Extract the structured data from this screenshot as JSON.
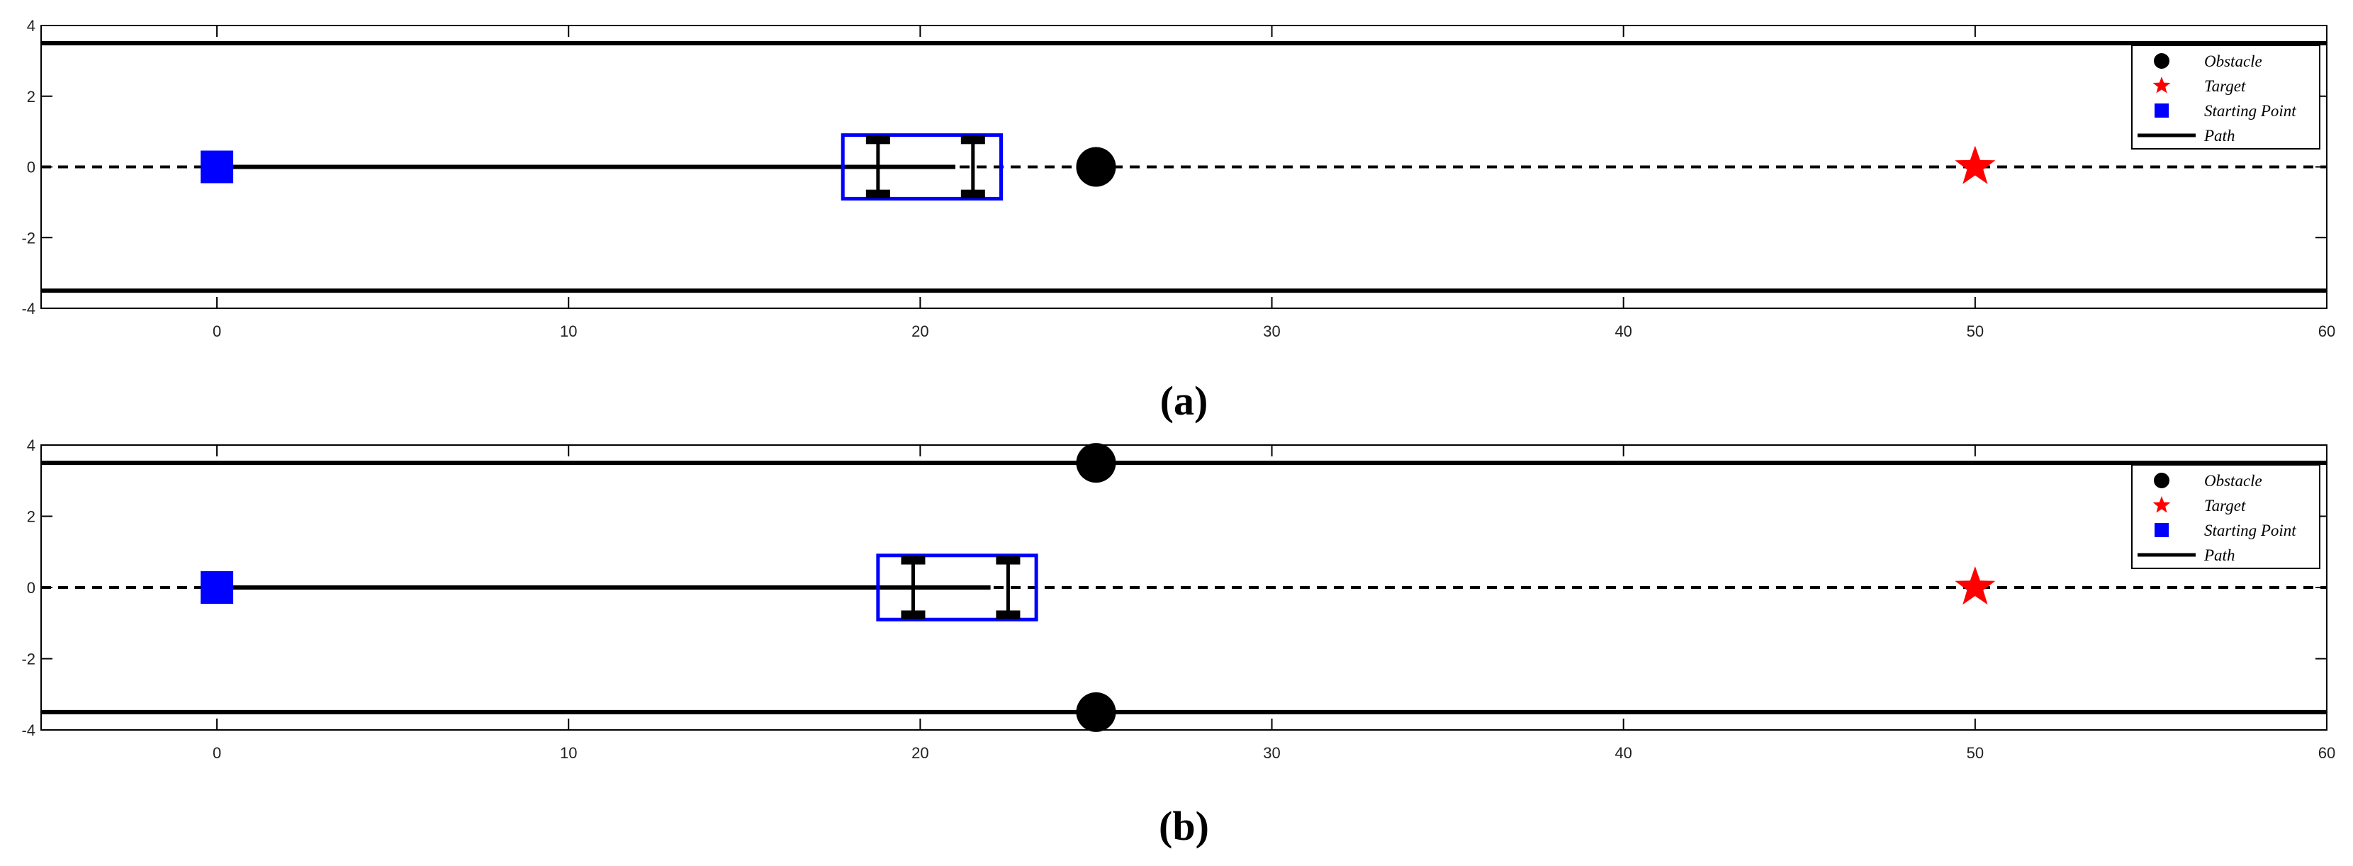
{
  "chart_data": [
    {
      "type": "scatter",
      "caption": "(a)",
      "xlim": [
        -5,
        60
      ],
      "ylim": [
        -4,
        4
      ],
      "xticks": [
        0,
        10,
        20,
        30,
        40,
        50,
        60
      ],
      "yticks": [
        4,
        2,
        0,
        -2,
        -4
      ],
      "road_boundaries_y": [
        3.5,
        -3.5
      ],
      "path": {
        "y": 0,
        "solid_from": 0,
        "solid_to": 21
      },
      "starting_point": {
        "x": 0,
        "y": 0
      },
      "vehicle": {
        "x_min": 17.8,
        "x_max": 22.3,
        "half_width": 0.9,
        "axles_x": [
          18.8,
          21.5
        ]
      },
      "obstacles": [
        {
          "x": 25,
          "y": 0
        }
      ],
      "target": {
        "x": 50,
        "y": 0
      },
      "legend": [
        "Obstacle",
        "Target",
        "Starting Point",
        "Path"
      ],
      "legend_position": "top-right",
      "colors": {
        "starting_point": "#0000ff",
        "target": "#ff0000",
        "obstacle": "#000000",
        "vehicle": "#0000ff"
      }
    },
    {
      "type": "scatter",
      "caption": "(b)",
      "xlim": [
        -5,
        60
      ],
      "ylim": [
        -4,
        4
      ],
      "xticks": [
        0,
        10,
        20,
        30,
        40,
        50,
        60
      ],
      "yticks": [
        4,
        2,
        0,
        -2,
        -4
      ],
      "road_boundaries_y": [
        3.5,
        -3.5
      ],
      "path": {
        "y": 0,
        "solid_from": 0,
        "solid_to": 22
      },
      "starting_point": {
        "x": 0,
        "y": 0
      },
      "vehicle": {
        "x_min": 18.8,
        "x_max": 23.3,
        "half_width": 0.9,
        "axles_x": [
          19.8,
          22.5
        ]
      },
      "obstacles": [
        {
          "x": 25,
          "y": 3.5
        },
        {
          "x": 25,
          "y": -3.5
        }
      ],
      "target": {
        "x": 50,
        "y": 0
      },
      "legend": [
        "Obstacle",
        "Target",
        "Starting Point",
        "Path"
      ],
      "legend_position": "top-right",
      "colors": {
        "starting_point": "#0000ff",
        "target": "#ff0000",
        "obstacle": "#000000",
        "vehicle": "#0000ff"
      }
    }
  ]
}
